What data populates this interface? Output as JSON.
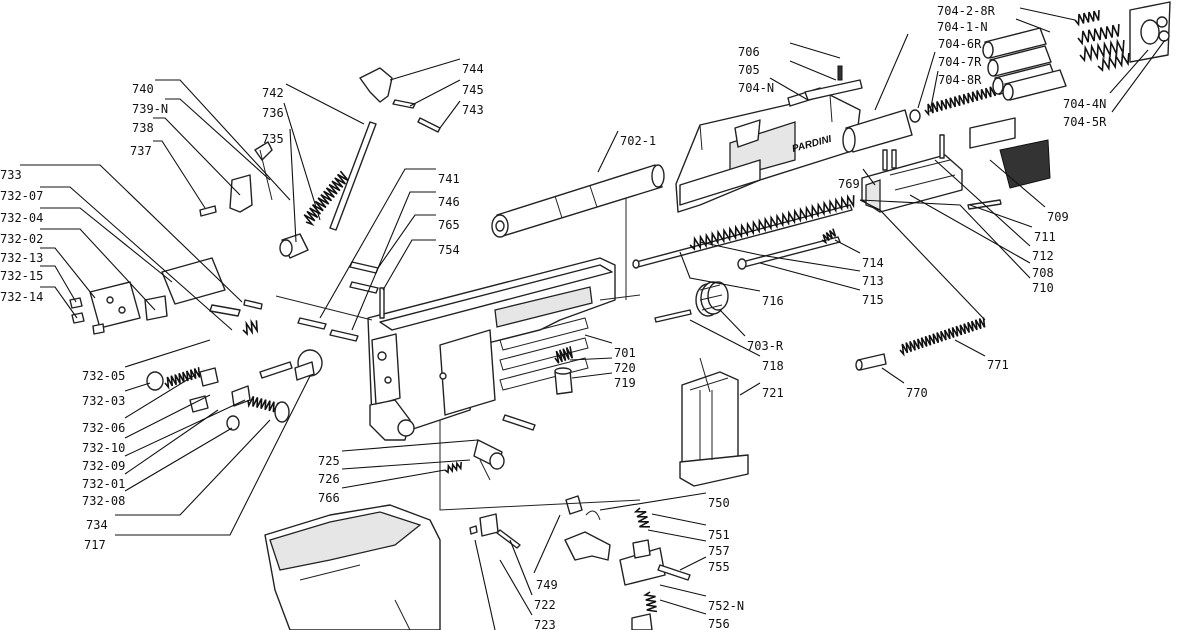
{
  "diagram": {
    "brand_text": "PARDINI",
    "labels": [
      "704-2-8R",
      "704-1-N",
      "706",
      "705",
      "704-N",
      "704-6R",
      "704-7R",
      "704-8R",
      "704-4N",
      "704-5R",
      "702-1",
      "744",
      "745",
      "743",
      "740",
      "742",
      "739-N",
      "736",
      "738",
      "735",
      "737",
      "733",
      "741",
      "746",
      "765",
      "754",
      "732-07",
      "732-04",
      "732-02",
      "732-13",
      "732-15",
      "732-14",
      "769",
      "709",
      "711",
      "712",
      "708",
      "710",
      "714",
      "713",
      "715",
      "716",
      "703-R",
      "701",
      "718",
      "720",
      "719",
      "721",
      "771",
      "770",
      "732-05",
      "732-03",
      "732-06",
      "732-10",
      "732-09",
      "732-01",
      "732-08",
      "734",
      "717",
      "725",
      "726",
      "766",
      "750",
      "751",
      "757",
      "755",
      "749",
      "752-N",
      "722",
      "756",
      "723"
    ]
  }
}
